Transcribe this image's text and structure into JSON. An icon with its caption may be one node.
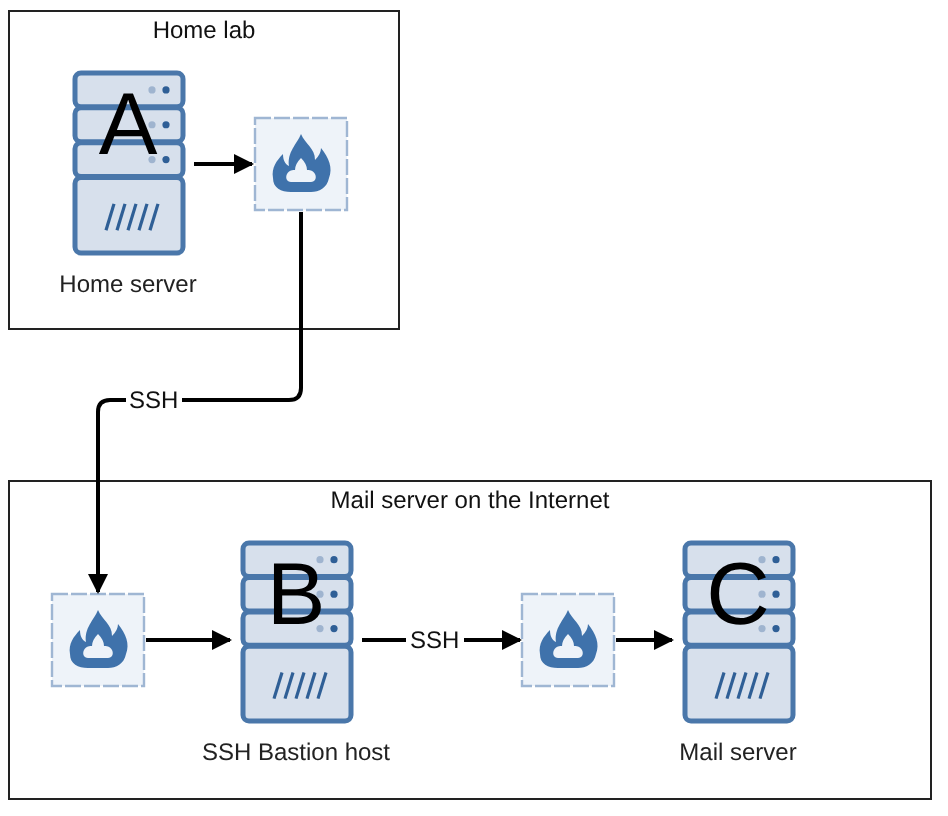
{
  "diagram": {
    "nodes": [
      {
        "text": [
          "Home lab"
        ]
      },
      {
        "text": [
          "A",
          "Home server"
        ],
        "in": 0
      },
      {
        "text": [],
        "shape": "box",
        "in": 0
      },
      {
        "text": [
          "Mail server on the Internet"
        ]
      },
      {
        "text": [],
        "shape": "box",
        "in": 3
      },
      {
        "text": [
          "B",
          "SSH Bastion host"
        ],
        "in": 3
      },
      {
        "text": [],
        "shape": "box",
        "in": 3
      },
      {
        "text": [
          "C",
          "Mail server"
        ],
        "in": 3
      }
    ],
    "edges": [
      {
        "from": 1,
        "to": 2,
        "arrow": "to"
      },
      {
        "from": 2,
        "to": 4,
        "arrow": "to",
        "label": "SSH"
      },
      {
        "from": 4,
        "to": 5,
        "arrow": "to"
      },
      {
        "from": 5,
        "to": 6,
        "arrow": "to",
        "label": "SSH"
      },
      {
        "from": 6,
        "to": 7,
        "arrow": "to"
      }
    ]
  }
}
